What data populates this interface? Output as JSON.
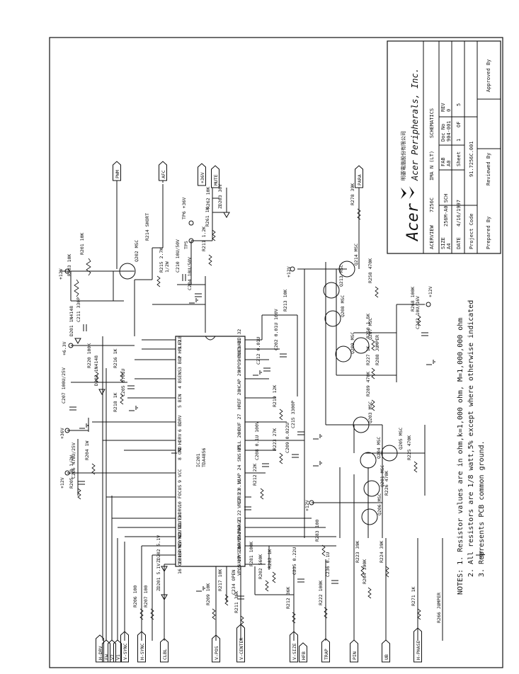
{
  "title_block": {
    "company_chinese": "明碁電腦股份有限公司",
    "company_english": "Acer Peripherals, Inc.",
    "logo_text": "Acer",
    "product_label": "ACERVIEW",
    "model": "7256C",
    "sheet_name": "IMA N (LT)",
    "doc_type": "SCHEMATICS",
    "size_label": "SIZE",
    "size_value": "A4",
    "code_label": "CODE",
    "code_value": "256M-A0 SCH",
    "fab_label": "FAB",
    "fab_value": "A0",
    "docno_label": "Doc No",
    "docno_value": "904-001",
    "rev_label": "REV",
    "rev_value": "0",
    "date_label": "DATE",
    "date_value": "4/16/1997",
    "sheet_label": "Sheet",
    "sheet_no": "1",
    "of_label": "OF",
    "sheet_total": "5",
    "project_code_label": "Project Code",
    "project_code_value": "91.7256C.001",
    "prepared_label": "Prepared By",
    "reviewed_label": "Reviewed By",
    "approved_label": "Approved By"
  },
  "notes": {
    "line1": "NOTES: 1. Resistor values are in ohm,k=1,000 ohm, M=1,000,000 ohm",
    "line2": "2. All resistors are 1/8 watt,5% except where otherwise indicated",
    "line3": "3.        Represents PCB common ground."
  },
  "ic": {
    "ref": "IC201",
    "part": "TDA4856",
    "left_pins": [
      "1 FLB",
      "2 HPLL2",
      "3 BOP",
      "4 BSENS",
      "5 BIN",
      "6 BDRV",
      "7 HDRV",
      "8 GND",
      "9 VCC",
      "10 FOCUS",
      "11 EWDRV",
      "12 VOUT2",
      "13 VOUT1",
      "14 VSYNC",
      "15 HSYNC",
      "16 CLBL"
    ],
    "right_pins": [
      "EWADJ 32",
      "HPLL1 31",
      "HPOS 30",
      "HCAP 29",
      "HREF 28",
      "HBUF 27",
      "HPLL 26",
      "SNS 25",
      "VCAP 24",
      "VREF 23",
      "VAGC 22",
      "EWPAR 21",
      "VAMP 20",
      "VSCOR 19",
      "VAMP 18",
      "VPOS 17"
    ]
  },
  "connectors": {
    "left": [
      "H-DRV",
      "EW",
      "V2",
      "V1",
      "V-SYNC",
      "H-SYNC",
      "CLBL",
      "V-POS",
      "V-CENTER",
      "V-SIZE",
      "TRAP",
      "PIN",
      "UB",
      "H-PHASE"
    ],
    "extra": [
      "HFB"
    ],
    "right": [
      "PWM",
      "AFC",
      "+36V",
      "MUTE",
      "PARA"
    ]
  },
  "rails": {
    "v12": "+12V",
    "v63": "+6.3V",
    "v36": "+36V"
  },
  "parts": {
    "r201": "R201 10K",
    "r203": "R203 10K",
    "q202": "Q202 MSC",
    "r215": "R215 2.7K",
    "c210": "C210 10U/50V",
    "c204": "C204 10U/50V",
    "r211": "R211 1.2K",
    "r2w": "1/2W",
    "d201": "D201 1N4148",
    "c211": "C211 330P",
    "d202": "D202 1N4148",
    "r216": "R216 1K",
    "c205": "C205 0.01U",
    "r218": "R218 1K",
    "r220": "R220 100K",
    "c207": "C207 100U/25V",
    "r204": "R204 1W",
    "r205": "R205 10 1/2W",
    "c206": "C206 470U/25V",
    "r214": "R214 SHORT",
    "tp5": "TP5",
    "tp6": "TP6 +36V",
    "r261": "R261 1K",
    "r262": "R262 10K",
    "zd203": "ZD203 30V",
    "c212": "C212 0.01U",
    "c202": "C202 0.01U 100V",
    "r213": "R213 10K",
    "r219": "R219 12K",
    "r210": "R210 1.5K",
    "c215": "C215 3300P",
    "c209": "C209 0.022U",
    "r223": "R223 27K",
    "c208": "C208 0.1U 100V",
    "r212": "R212 22K",
    "c203": "C203 0.1U",
    "r283": "R283 100",
    "q205": "Q205 MSC",
    "q203": "Q203 MSC",
    "q204": "Q204 MSC",
    "q201": "Q201 MSC",
    "q206": "Q206 MSC",
    "q207": "Q207 MSC",
    "q208": "Q208 MSC",
    "q209": "Q209 MSC",
    "q213": "Q213 MSC",
    "q214": "Q214 MSC",
    "r258": "R258 470K",
    "r268": "R268 100K",
    "c242": "C242 10U/16V",
    "r227": "R227 1K",
    "r288": "R288 JUMPER",
    "r289": "R289 470K",
    "r225": "R225 470K",
    "r226": "R226 470K",
    "r278": "R278 39K",
    "r281": "R281 100K",
    "r202": "R202 560K",
    "r282": "R282 1K",
    "c235": "C235 0.22U",
    "c236": "C236 0.1U",
    "r264": "R264 390K",
    "r223b": "R223 39K",
    "r224": "R224 39K",
    "zd202": "ZD202 5.1V",
    "zd201": "ZD201 5.1V",
    "r206": "R206 100",
    "r207": "R207 100",
    "r209": "R209 10K",
    "r217": "R217 10K",
    "r211b": "R211 36K",
    "c234": "C234 OPEN",
    "r212b": "R212 36K",
    "r222": "R222 100K",
    "r271": "R271 1K",
    "r266": "R266 JUMPER"
  }
}
